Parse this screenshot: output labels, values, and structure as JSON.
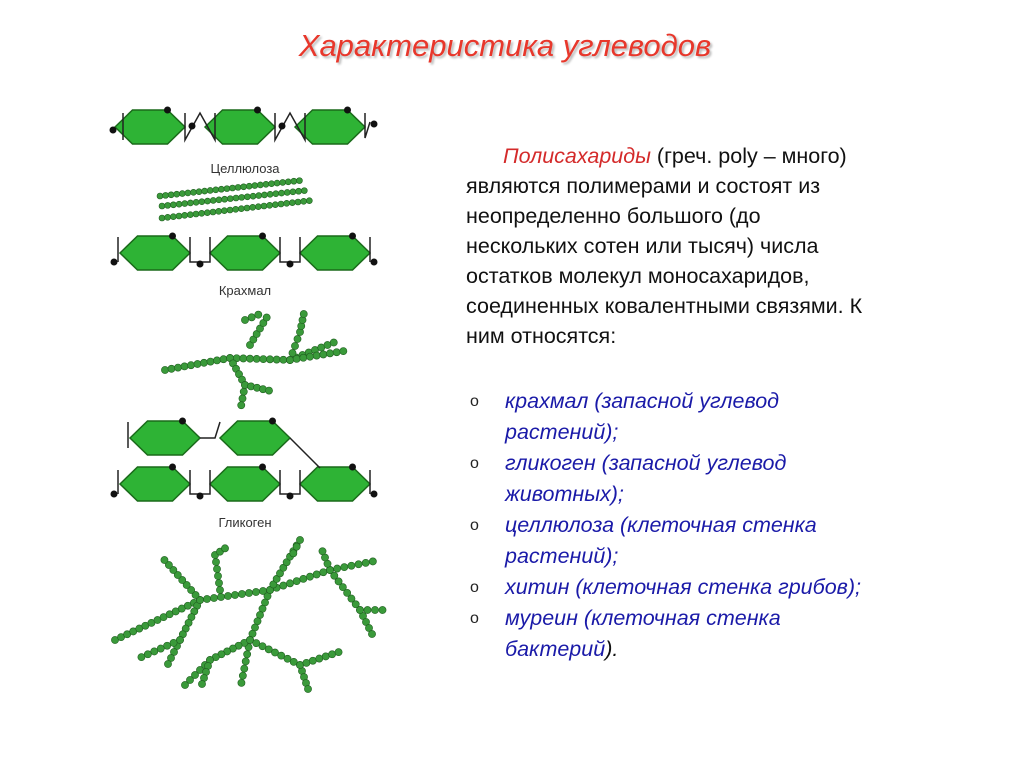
{
  "title": "Характеристика углеводов",
  "diagram": {
    "labels": {
      "cellulose": "Целлюлоза",
      "starch": "Крахмал",
      "glycogen": "Гликоген"
    },
    "colors": {
      "hexagon": "#2eb335",
      "bead": "#3a9a3a",
      "bond": "#222222"
    }
  },
  "text": {
    "term": "Полисахариды",
    "lines": [
      " (греч. poly – много)",
      "являются полимерами и состоят из",
      "неопределенно большого (до",
      "нескольких сотен или тысяч) числа",
      "остатков молекул моносахаридов,",
      "соединенных ковалентными связями. К",
      "ним относятся:"
    ]
  },
  "list": {
    "bullet": "o",
    "items": [
      {
        "lines": [
          "крахмал (запасной углевод",
          "растений);"
        ]
      },
      {
        "lines": [
          "гликоген (запасной углевод",
          "животных);"
        ]
      },
      {
        "lines": [
          "целлюлоза (клеточная стенка",
          "растений);"
        ]
      },
      {
        "lines": [
          "хитин (клеточная стенка грибов);"
        ]
      },
      {
        "lines": [
          "муреин (клеточная стенка",
          "бактерий"
        ]
      }
    ],
    "last_suffix": ")."
  },
  "colors": {
    "title": "#e8372b",
    "term": "#d42a2a",
    "list": "#1a1aa8"
  }
}
